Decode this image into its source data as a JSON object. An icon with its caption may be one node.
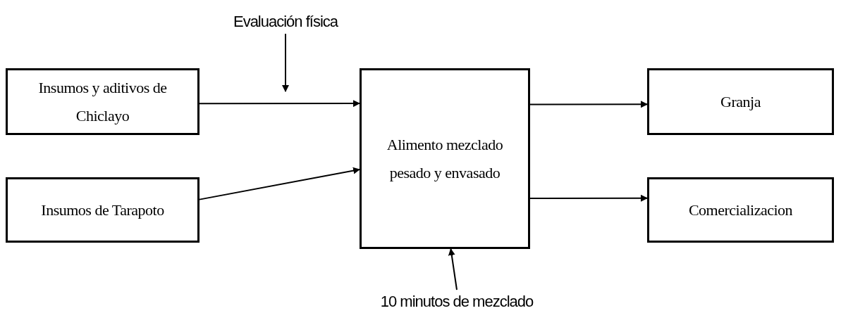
{
  "diagram": {
    "nodes": [
      {
        "text": [
          "Insumos y aditivos de Chiclayo"
        ]
      },
      {
        "text": [
          "Insumos de Tarapoto"
        ]
      },
      {
        "text": [
          "Alimento mezclado pesado y envasado"
        ]
      },
      {
        "text": [
          "Granja"
        ]
      },
      {
        "text": [
          "Comercializacion"
        ]
      },
      {
        "text": [
          "Evaluación física"
        ]
      },
      {
        "text": [
          "10 minutos de mezclado"
        ]
      }
    ],
    "edges": [
      {
        "from": 0,
        "to": 2,
        "arrow": "to"
      },
      {
        "from": 1,
        "to": 2,
        "arrow": "to"
      },
      {
        "from": 2,
        "to": 3,
        "arrow": "to"
      },
      {
        "from": 2,
        "to": 4,
        "arrow": "to"
      },
      {
        "from": 5,
        "to": null,
        "arrow": "to"
      },
      {
        "from": 6,
        "to": 2,
        "arrow": "to"
      }
    ]
  }
}
